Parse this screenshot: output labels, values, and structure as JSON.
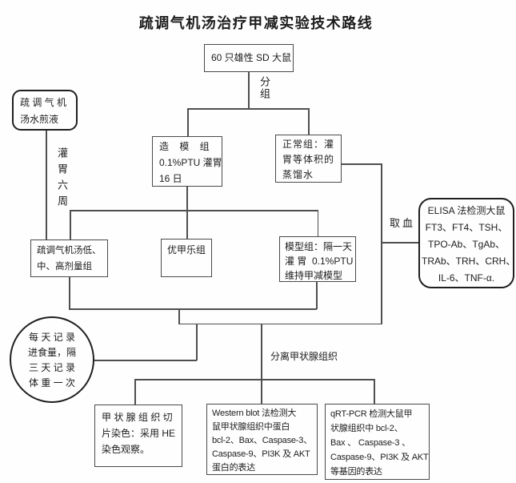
{
  "title": "疏调气机汤治疗甲减实验技术路线",
  "nodes": {
    "rats": {
      "lines": [
        "60 只雄性 SD 大鼠"
      ]
    },
    "decoction": {
      "lines": [
        "疏 调 气 机",
        "汤水煎液"
      ]
    },
    "modeling": {
      "lines": [
        "造    模    组",
        "0.1%PTU 灌胃",
        "16 日"
      ]
    },
    "normal": {
      "lines": [
        "正常组：灌",
        "胃等体积的",
        "蒸馏水"
      ]
    },
    "elisa": {
      "lines": [
        "ELISA 法检测大鼠",
        "FT3、FT4、TSH、",
        "TPO-Ab、TgAb、",
        "TRAb、TRH、CRH、",
        "IL-6、TNF-α."
      ]
    },
    "low_mid_high": {
      "lines": [
        "疏调气机汤低、",
        "中、高剂量组"
      ]
    },
    "euthyrox": {
      "lines": [
        "优甲乐组"
      ]
    },
    "model": {
      "lines": [
        "模型组：隔一天",
        "灌 胃  0.1%PTU",
        "维持甲减模型"
      ]
    },
    "record": {
      "lines": [
        "每 天 记 录",
        "进食量，隔",
        "三 天 记 录",
        "体 重 一 次"
      ]
    },
    "he_stain": {
      "lines": [
        "甲 状 腺 组 织 切",
        "片染色：采用 HE",
        "染色观察。"
      ]
    },
    "western_blot": {
      "lines": [
        "Western blot 法检测大",
        "鼠甲状腺组织中蛋白",
        "bcl-2、Bax、Caspase-3、",
        "Caspase-9、PI3K 及 AKT",
        "蛋白的表达"
      ]
    },
    "qrt_pcr": {
      "lines": [
        "qRT-PCR 检测大鼠甲",
        "状腺组织中 bcl-2、",
        "Bax 、 Caspase-3 、",
        "Caspase-9、PI3K 及 AKT",
        "等基因的表达"
      ]
    }
  },
  "labels": {
    "grouping": "分组",
    "gavage_six_weeks": "灌胃六周",
    "blood_draw": "取血",
    "separate_thyroid": "分离甲状腺组织"
  },
  "colors": {
    "background": "#fefefe",
    "line": "#4f4f4f",
    "text": "#1c1c1c"
  }
}
